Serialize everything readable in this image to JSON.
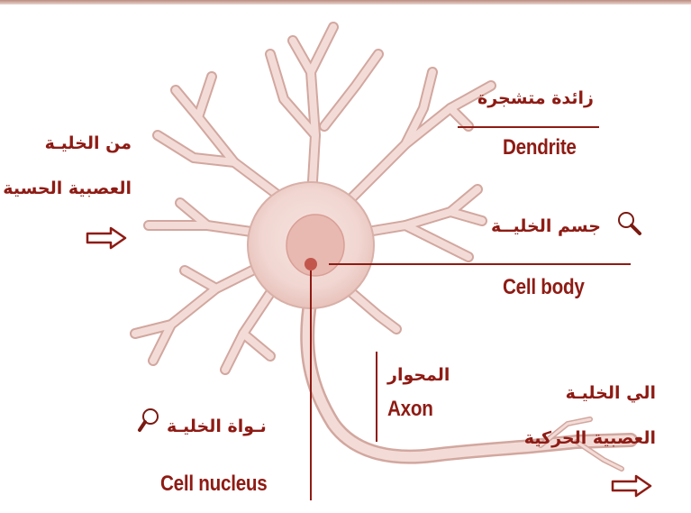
{
  "labels": {
    "dendrite_ar": "زائدة متشجرة",
    "dendrite_en": "Dendrite",
    "cell_body_ar": "جسم الخليــة",
    "cell_body_en": "Cell body",
    "axon_ar": "المحوار",
    "axon_en": "Axon",
    "nucleus_ar": "نـواة الخليـة",
    "nucleus_en": "Cell nucleus",
    "from_line1": "من الخليـة",
    "from_line2": "العصبية الحسية",
    "to_line1": "الي الخليـة",
    "to_line2": "العصبية الحركية"
  },
  "colors": {
    "label": "#8e1b14",
    "neuron_fill": "#f3dcd7",
    "neuron_edge": "#c99a91",
    "nucleus": "#c2564d"
  },
  "icons": {
    "magnifier": "magnifier-icon",
    "arrow": "arrow-right-outline-icon"
  }
}
